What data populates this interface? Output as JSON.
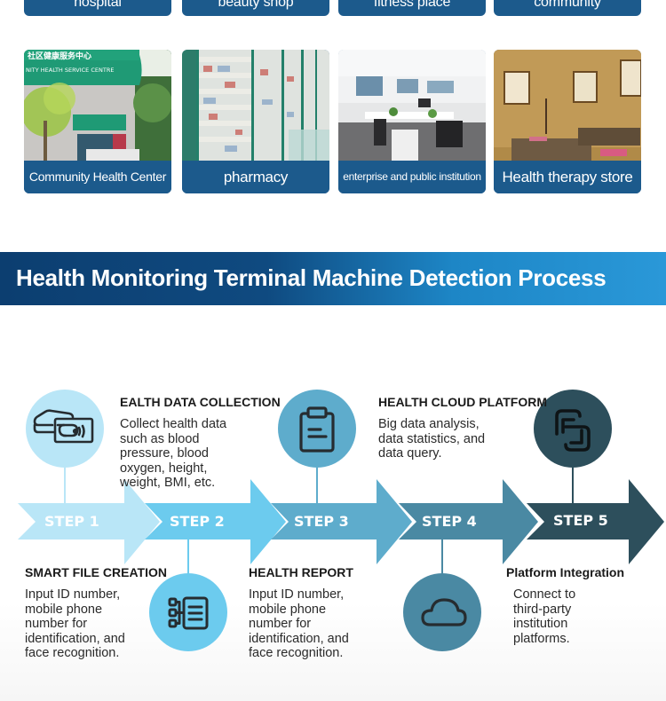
{
  "top_labels": [
    "hospital",
    "beauty shop",
    "fitness place",
    "community"
  ],
  "cards": [
    {
      "label": "Community Health Center",
      "image": "community-health-center-photo"
    },
    {
      "label": "pharmacy",
      "image": "pharmacy-shelves-photo"
    },
    {
      "label": "enterprise and public institution",
      "image": "office-photo"
    },
    {
      "label": "Health therapy store",
      "image": "therapy-room-photo"
    }
  ],
  "banner": {
    "title": "Health Monitoring Terminal Machine Detection Process"
  },
  "steps": [
    {
      "label": "STEP 1",
      "color": "#b9e6f7",
      "icon": "hand-card-nfc-icon",
      "title": "SMART FILE CREATION",
      "description": "Input ID number, mobile phone number for identification, and face recognition."
    },
    {
      "label": "STEP 2",
      "color": "#6ccbee",
      "icon": "file-tree-icon",
      "title": "EALTH DATA COLLECTION",
      "description": "Collect health data such as blood pressure, blood oxygen, height, weight, BMI, etc."
    },
    {
      "label": "STEP 3",
      "color": "#5eaccc",
      "icon": "clipboard-icon",
      "title": "HEALTH REPORT",
      "description": "Input ID number, mobile phone number for identification, and face recognition."
    },
    {
      "label": "STEP 4",
      "color": "#4a89a3",
      "icon": "cloud-icon",
      "title": "HEALTH CLOUD PLATFORM",
      "description": "Big data analysis, data statistics, and data query."
    },
    {
      "label": "STEP 5",
      "color": "#2d4f5c",
      "icon": "integration-icon",
      "title": "Platform Integration",
      "description": "Connect to third-party institution platforms."
    }
  ],
  "colors": {
    "brand_blue": "#1c5a8c",
    "icon_stroke": "#262c30"
  }
}
